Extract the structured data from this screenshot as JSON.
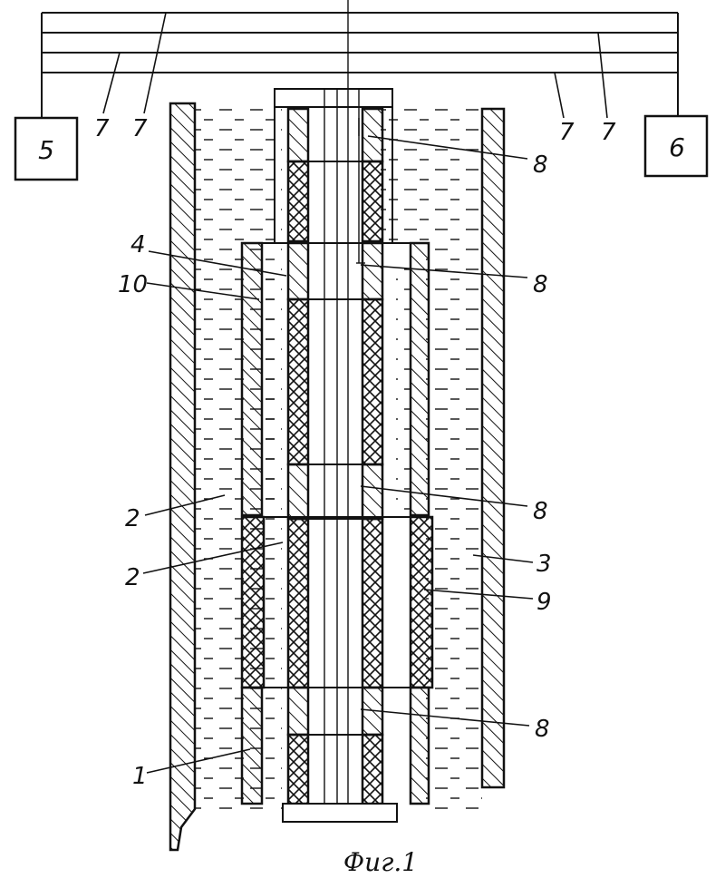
{
  "figure": {
    "caption": "Фиг.1",
    "blocks": [
      {
        "id": "block-5",
        "label": "5"
      },
      {
        "id": "block-6",
        "label": "6"
      }
    ],
    "labels": {
      "wire_7a": "7",
      "wire_7b": "7",
      "wire_7c": "7",
      "wire_7d": "7",
      "sensor_8a": "8",
      "sensor_8b": "8",
      "sensor_8c": "8",
      "sensor_8d": "8",
      "part_4": "4",
      "part_10": "10",
      "part_2a": "2",
      "part_2b": "2",
      "part_3": "3",
      "part_9": "9",
      "part_1": "1"
    }
  }
}
